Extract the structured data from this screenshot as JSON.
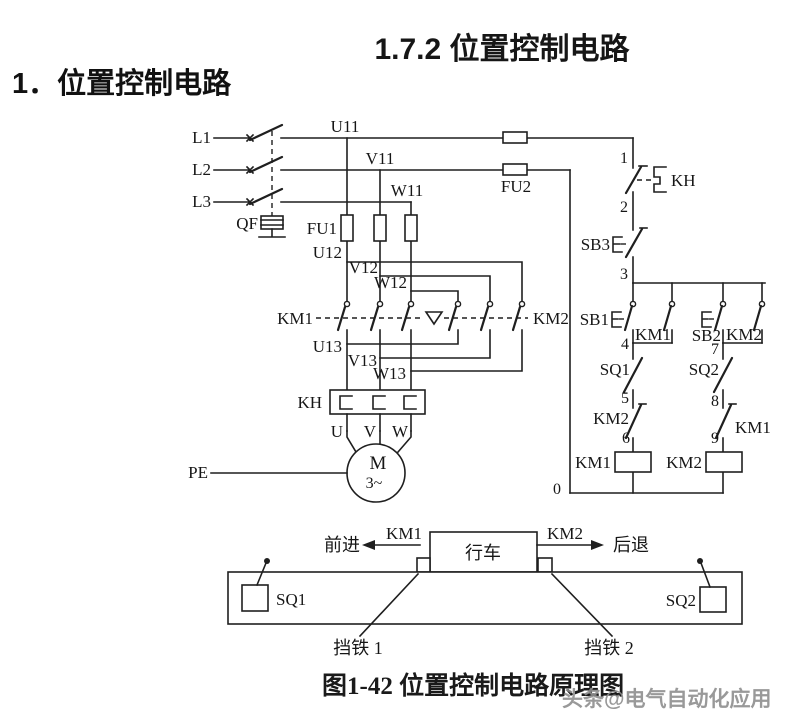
{
  "header": {
    "section_title": "1.7.2 位置控制电路",
    "section_title_color": "#9C2440",
    "subtitle": "1．位置控制电路"
  },
  "power": {
    "l1": "L1",
    "l2": "L2",
    "l3": "L3",
    "qf": "QF",
    "u11": "U11",
    "v11": "V11",
    "w11": "W11",
    "fu1": "FU1",
    "fu2": "FU2",
    "u12": "U12",
    "v12": "V12",
    "w12": "W12",
    "u13": "U13",
    "v13": "V13",
    "w13": "W13",
    "km1": "KM1",
    "km2": "KM2",
    "kh": "KH",
    "u": "U",
    "v": "V",
    "w": "W",
    "motor": "M",
    "motor_phase": "3~",
    "pe": "PE"
  },
  "control": {
    "n0": "0",
    "n1": "1",
    "n2": "2",
    "n3": "3",
    "n4": "4",
    "n5": "5",
    "n6": "6",
    "n7": "7",
    "n8": "8",
    "n9": "9",
    "kh": "KH",
    "sb3": "SB3",
    "sb1": "SB1",
    "sb2": "SB2",
    "km1_aux": "KM1",
    "km2_aux": "KM2",
    "sq1": "SQ1",
    "sq2": "SQ2",
    "km2_interlock": "KM2",
    "km1_interlock": "KM1",
    "km1_coil": "KM1",
    "km2_coil": "KM2"
  },
  "mechanism": {
    "cart": "行车",
    "forward": "前进",
    "backward": "后退",
    "km1": "KM1",
    "km2": "KM2",
    "sq1": "SQ1",
    "sq2": "SQ2",
    "block1": "挡铁 1",
    "block2": "挡铁 2"
  },
  "caption": "图1-42 位置控制电路原理图",
  "watermark": "头条@电气自动化应用"
}
